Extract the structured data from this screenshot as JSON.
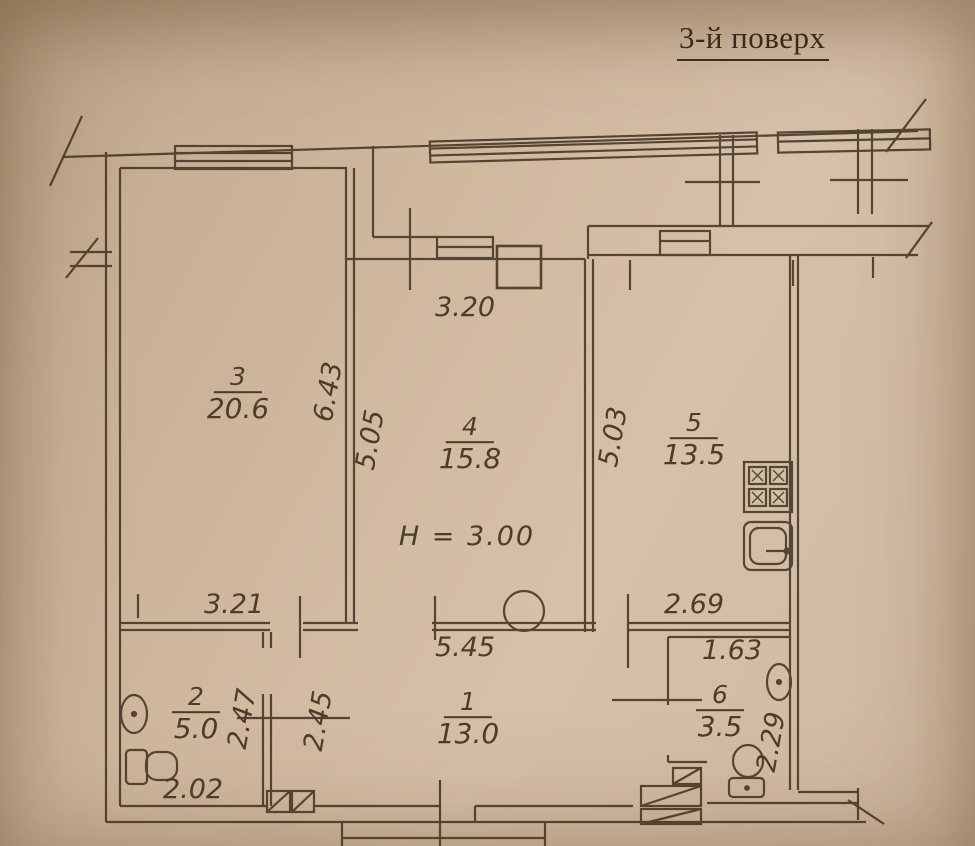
{
  "header": {
    "title": "3-й поверх"
  },
  "plan": {
    "rooms": [
      {
        "number": "1",
        "area": "13.0"
      },
      {
        "number": "2",
        "area": "5.0"
      },
      {
        "number": "3",
        "area": "20.6"
      },
      {
        "number": "4",
        "area": "15.8"
      },
      {
        "number": "5",
        "area": "13.5"
      },
      {
        "number": "6",
        "area": "3.5"
      }
    ],
    "dimensions": {
      "height": "Н = 3.00",
      "balcony_window": "3.20",
      "room3_bottom": "3.21",
      "room3_side": "6.43",
      "room4_side": "5.05",
      "room5_side": "5.03",
      "hall_top": "5.45",
      "room5_bottom": "2.69",
      "room6_top": "1.63",
      "room2_side": "2.47",
      "hall_side": "2.45",
      "room2_bottom": "2.02",
      "room6_side": "2.29"
    },
    "colors": {
      "paper": "#cfb89e",
      "ink": "#4a3b2a"
    },
    "icons": [
      "stove-icon",
      "kitchen-sink-icon",
      "washbasin-icon",
      "toilet-icon",
      "vent-shaft-icon",
      "column-icon",
      "window-icon",
      "wall-break-icon"
    ]
  }
}
